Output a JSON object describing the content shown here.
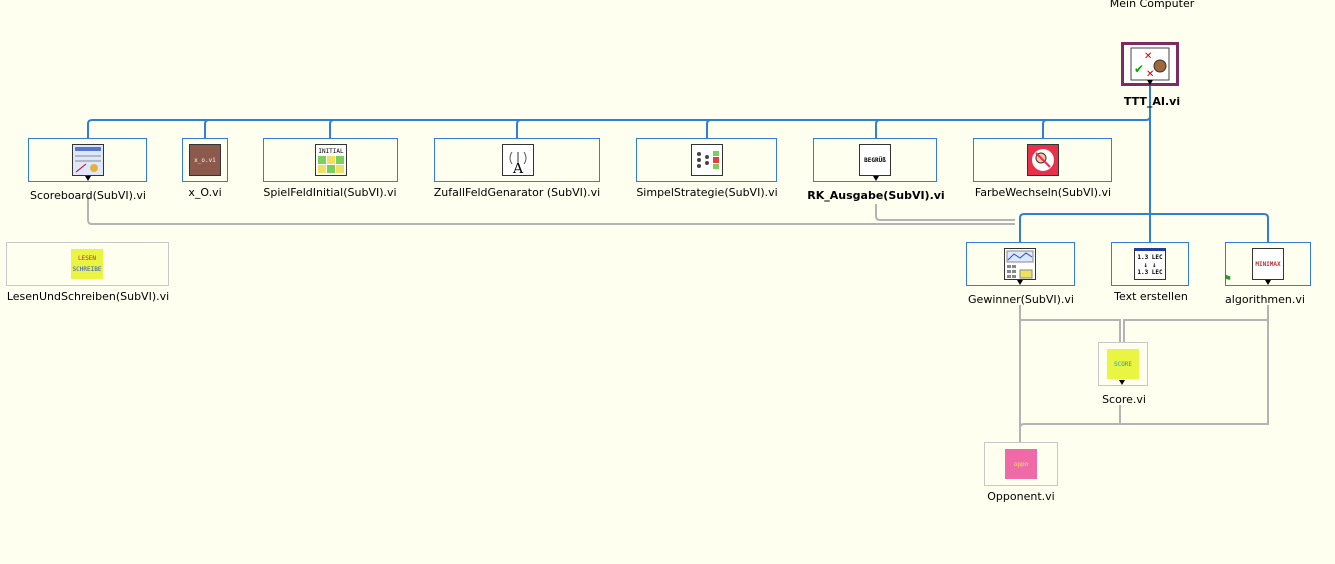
{
  "top_label": "Mein Computer",
  "root": {
    "label": "TTT_AI.vi",
    "icon": "tictactoe-icon"
  },
  "row1": [
    {
      "label": "Scoreboard(SubVI).vi",
      "icon": "scoreboard-icon",
      "icon_text": ""
    },
    {
      "label": "x_O.vi",
      "icon": "xo-icon",
      "icon_text": "x_o.vi"
    },
    {
      "label": "SpielFeldInitial(SubVI).vi",
      "icon": "initial-grid-icon",
      "icon_text": "INITIAL"
    },
    {
      "label": "ZufallFeldGenarator (SubVI).vi",
      "icon": "antenna-icon",
      "icon_text": "A"
    },
    {
      "label": "SimpelStrategie(SubVI).vi",
      "icon": "strategy-icon",
      "icon_text": ""
    },
    {
      "label": "RK_Ausgabe(SubVI).vi",
      "icon": "begruessung-icon",
      "icon_text": "BEGRÜß"
    },
    {
      "label": "FarbeWechseln(SubVI).vi",
      "icon": "color-change-icon",
      "icon_text": ""
    }
  ],
  "lesen": {
    "label": "LesenUndSchreiben(SubVI).vi",
    "icon": "lesen-schreiben-icon",
    "icon_text_1": "LESEN",
    "icon_text_2": "SCHREIBE"
  },
  "row2": [
    {
      "label": "Gewinner(SubVI).vi",
      "icon": "winner-chart-icon"
    },
    {
      "label": "Text erstellen",
      "icon": "text-create-icon",
      "icon_text_1": "1.3 LEC",
      "icon_text_2": "1.3 LEC"
    },
    {
      "label": "algorithmen.vi",
      "icon": "minimax-icon",
      "icon_text": "MINIMAX"
    }
  ],
  "score": {
    "label": "Score.vi",
    "icon": "score-icon",
    "icon_text": "SCORE"
  },
  "opponent": {
    "label": "Opponent.vi",
    "icon": "opponent-icon",
    "icon_text": "oppo"
  },
  "colors": {
    "background": "#fffff0",
    "blue_wire": "#2f7fd6",
    "grey_wire": "#b4b4b4",
    "root_border": "#7b2c62"
  }
}
